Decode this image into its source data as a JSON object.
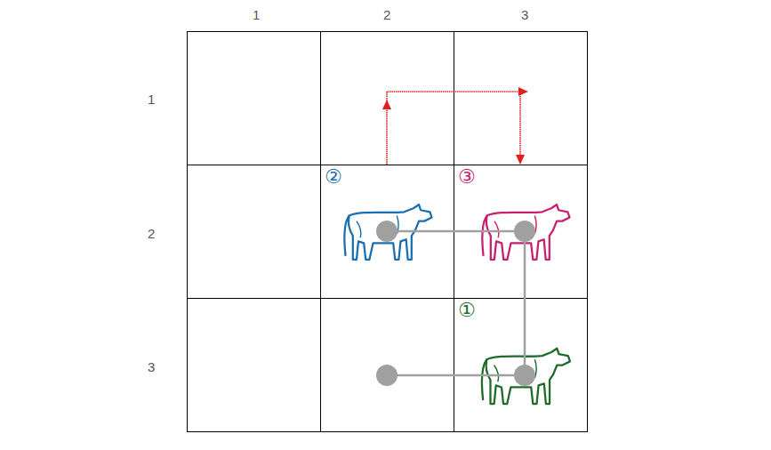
{
  "diagram": {
    "nodes": [
      {
        "text": [
          "②"
        ]
      },
      {
        "text": [
          "③"
        ]
      },
      {
        "text": [
          "①"
        ]
      }
    ],
    "edges": [
      {
        "from": 0,
        "to": 1,
        "arrow": "to"
      }
    ],
    "labels": [
      "1",
      "2",
      "3",
      "1",
      "2",
      "3"
    ]
  }
}
